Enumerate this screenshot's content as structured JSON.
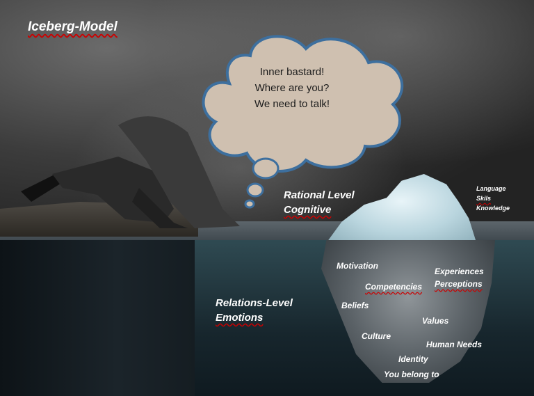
{
  "title": "Iceberg-Model",
  "thought": {
    "line1": "Inner bastard!",
    "line2": "Where are you?",
    "line3": "We need to talk!"
  },
  "rational": {
    "line1": "Rational Level",
    "line2": "Cognitive"
  },
  "surface_items": [
    "Language",
    "Skils",
    "Knowledge"
  ],
  "relations": {
    "line1": "Relations-Level",
    "line2": "Emotions"
  },
  "deep_items": {
    "motivation": "Motivation",
    "experiences": "Experiences",
    "perceptions": "Perceptions",
    "competencies": "Competencies",
    "beliefs": "Beliefs",
    "values": "Values",
    "culture": "Culture",
    "human_needs": "Human Needs",
    "identity": "Identity",
    "belong": "You belong to"
  },
  "colors": {
    "thought_fill": "#cfc0b0",
    "thought_border": "#3d6f9e",
    "label_text": "#ffffff",
    "spell_underline": "#cc0000"
  }
}
